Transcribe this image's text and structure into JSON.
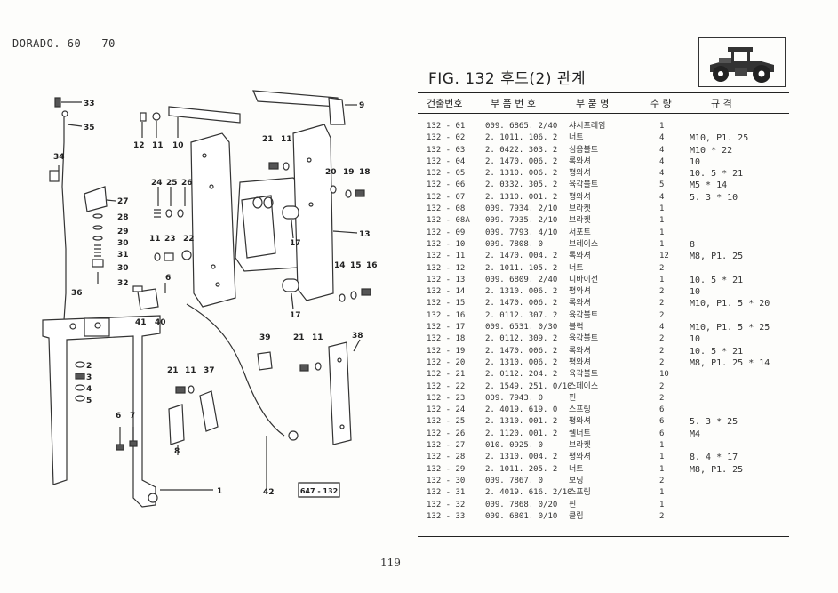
{
  "header": {
    "model": "DORADO. 60 - 70",
    "fig_title": "FIG. 132 후드(2) 관계",
    "tractor_icon": "tractor-icon"
  },
  "columns": {
    "code": "건출번호",
    "part_no": "부 품 번 호",
    "name": "부 품 명",
    "qty": "수 량",
    "spec": "규  격"
  },
  "parts": [
    {
      "code": "132 - 01",
      "part_no": "009. 6865. 2/40",
      "name": "샤시프레임",
      "qty": "1",
      "spec": ""
    },
    {
      "code": "132 - 02",
      "part_no": "2. 1011. 106. 2",
      "name": "너트",
      "qty": "4",
      "spec": "M10, P1. 25"
    },
    {
      "code": "132 - 03",
      "part_no": "2. 0422. 303. 2",
      "name": "심음볼트",
      "qty": "4",
      "spec": "M10 * 22"
    },
    {
      "code": "132 - 04",
      "part_no": "2. 1470. 006. 2",
      "name": "록와셔",
      "qty": "4",
      "spec": "10"
    },
    {
      "code": "132 - 05",
      "part_no": "2. 1310. 006. 2",
      "name": "평와셔",
      "qty": "4",
      "spec": "10. 5 * 21"
    },
    {
      "code": "132 - 06",
      "part_no": "2. 0332. 305. 2",
      "name": "육각볼트",
      "qty": "5",
      "spec": "M5 * 14"
    },
    {
      "code": "132 - 07",
      "part_no": "2. 1310. 001. 2",
      "name": "평와셔",
      "qty": "4",
      "spec": "5. 3 * 10"
    },
    {
      "code": "132 - 08",
      "part_no": "009. 7934. 2/10",
      "name": "브라켓",
      "qty": "1",
      "spec": ""
    },
    {
      "code": "132 - 08A",
      "part_no": "009. 7935. 2/10",
      "name": "브라켓",
      "qty": "1",
      "spec": ""
    },
    {
      "code": "132 - 09",
      "part_no": "009. 7793. 4/10",
      "name": "서포트",
      "qty": "1",
      "spec": ""
    },
    {
      "code": "132 - 10",
      "part_no": "009. 7808. 0",
      "name": "브레이스",
      "qty": "1",
      "spec": "8"
    },
    {
      "code": "132 - 11",
      "part_no": "2. 1470. 004. 2",
      "name": "록와셔",
      "qty": "12",
      "spec": "M8, P1. 25"
    },
    {
      "code": "132 - 12",
      "part_no": "2. 1011. 105. 2",
      "name": "너트",
      "qty": "2",
      "spec": ""
    },
    {
      "code": "132 - 13",
      "part_no": "009. 6809. 2/40",
      "name": "디바이전",
      "qty": "1",
      "spec": "10. 5 * 21"
    },
    {
      "code": "132 - 14",
      "part_no": "2. 1310. 006. 2",
      "name": "평와셔",
      "qty": "2",
      "spec": "10"
    },
    {
      "code": "132 - 15",
      "part_no": "2. 1470. 006. 2",
      "name": "록와셔",
      "qty": "2",
      "spec": "M10, P1. 5 * 20"
    },
    {
      "code": "132 - 16",
      "part_no": "2. 0112. 307. 2",
      "name": "육각볼트",
      "qty": "2",
      "spec": ""
    },
    {
      "code": "132 - 17",
      "part_no": "009. 6531. 0/30",
      "name": "블럭",
      "qty": "4",
      "spec": "M10, P1. 5 * 25"
    },
    {
      "code": "132 - 18",
      "part_no": "2. 0112. 309. 2",
      "name": "육각볼트",
      "qty": "2",
      "spec": "10"
    },
    {
      "code": "132 - 19",
      "part_no": "2. 1470. 006. 2",
      "name": "록와셔",
      "qty": "2",
      "spec": "10. 5 * 21"
    },
    {
      "code": "132 - 20",
      "part_no": "2. 1310. 006. 2",
      "name": "평와셔",
      "qty": "2",
      "spec": "M8, P1. 25 * 14"
    },
    {
      "code": "132 - 21",
      "part_no": "2. 0112. 204. 2",
      "name": "육각볼트",
      "qty": "10",
      "spec": ""
    },
    {
      "code": "132 - 22",
      "part_no": "2. 1549. 251. 0/10",
      "name": "스페이스",
      "qty": "2",
      "spec": ""
    },
    {
      "code": "132 - 23",
      "part_no": "009. 7943. 0",
      "name": "핀",
      "qty": "2",
      "spec": ""
    },
    {
      "code": "132 - 24",
      "part_no": "2. 4019. 619. 0",
      "name": "스프링",
      "qty": "6",
      "spec": ""
    },
    {
      "code": "132 - 25",
      "part_no": "2. 1310. 001. 2",
      "name": "평와셔",
      "qty": "6",
      "spec": "5. 3 * 25"
    },
    {
      "code": "132 - 26",
      "part_no": "2. 1120. 001. 2",
      "name": "쉘너트",
      "qty": "6",
      "spec": "M4"
    },
    {
      "code": "132 - 27",
      "part_no": "010. 0925. 0",
      "name": "브라켓",
      "qty": "1",
      "spec": ""
    },
    {
      "code": "132 - 28",
      "part_no": "2. 1310. 004. 2",
      "name": "평와셔",
      "qty": "1",
      "spec": "8. 4 * 17"
    },
    {
      "code": "132 - 29",
      "part_no": "2. 1011. 205. 2",
      "name": "너트",
      "qty": "1",
      "spec": "M8, P1. 25"
    },
    {
      "code": "132 - 30",
      "part_no": "009. 7867. 0",
      "name": "보딩",
      "qty": "2",
      "spec": ""
    },
    {
      "code": "132 - 31",
      "part_no": "2. 4019. 616. 2/10",
      "name": "스프링",
      "qty": "1",
      "spec": ""
    },
    {
      "code": "132 - 32",
      "part_no": "009. 7868. 0/20",
      "name": "핀",
      "qty": "1",
      "spec": ""
    },
    {
      "code": "132 - 33",
      "part_no": "009. 6801. 0/10",
      "name": "클립",
      "qty": "2",
      "spec": ""
    }
  ],
  "diagram": {
    "callouts": [
      "33",
      "35",
      "34",
      "12",
      "11",
      "10",
      "21",
      "11",
      "9",
      "20",
      "19",
      "18",
      "24",
      "25",
      "26",
      "27",
      "28",
      "29",
      "30",
      "31",
      "30",
      "32",
      "11",
      "23",
      "22",
      "17",
      "13",
      "6",
      "14",
      "15",
      "16",
      "36",
      "41",
      "40",
      "17",
      "39",
      "21",
      "11",
      "38",
      "2",
      "3",
      "4",
      "5",
      "21",
      "11",
      "37",
      "6",
      "7",
      "8",
      "1",
      "42"
    ],
    "figure_ref": "647 - 132"
  },
  "footer": {
    "page_number": "119"
  }
}
